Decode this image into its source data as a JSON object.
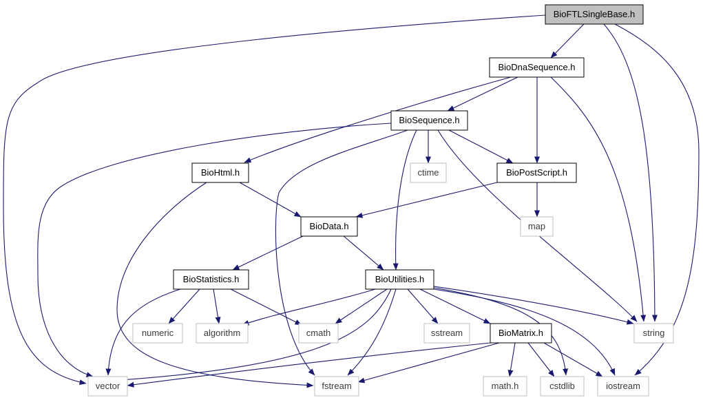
{
  "colors": {
    "edge": "#191970",
    "border_local": "#000000",
    "border_system": "#bfbfbf",
    "fill_root": "#bfbfbf",
    "fill_default": "#ffffff"
  },
  "nodes": {
    "biofltsinglebase": {
      "label": "BioFTLSingleBase.h",
      "kind": "root"
    },
    "biodnasequence": {
      "label": "BioDnaSequence.h",
      "kind": "local"
    },
    "biosequence": {
      "label": "BioSequence.h",
      "kind": "local"
    },
    "biohtml": {
      "label": "BioHtml.h",
      "kind": "local"
    },
    "ctime": {
      "label": "ctime",
      "kind": "system"
    },
    "biopostscript": {
      "label": "BioPostScript.h",
      "kind": "local"
    },
    "biodata": {
      "label": "BioData.h",
      "kind": "local"
    },
    "map": {
      "label": "map",
      "kind": "system"
    },
    "biostatistics": {
      "label": "BioStatistics.h",
      "kind": "local"
    },
    "bioutilities": {
      "label": "BioUtilities.h",
      "kind": "local"
    },
    "numeric": {
      "label": "numeric",
      "kind": "system"
    },
    "algorithm": {
      "label": "algorithm",
      "kind": "system"
    },
    "cmath": {
      "label": "cmath",
      "kind": "system"
    },
    "sstream": {
      "label": "sstream",
      "kind": "system"
    },
    "biomatrix": {
      "label": "BioMatrix.h",
      "kind": "local"
    },
    "string": {
      "label": "string",
      "kind": "system"
    },
    "vector": {
      "label": "vector",
      "kind": "system"
    },
    "fstream": {
      "label": "fstream",
      "kind": "system"
    },
    "mathh": {
      "label": "math.h",
      "kind": "system"
    },
    "cstdlib": {
      "label": "cstdlib",
      "kind": "system"
    },
    "iostream": {
      "label": "iostream",
      "kind": "system"
    }
  },
  "edges": [
    [
      "biofltsinglebase",
      "biodnasequence"
    ],
    [
      "biofltsinglebase",
      "vector"
    ],
    [
      "biofltsinglebase",
      "string"
    ],
    [
      "biofltsinglebase",
      "iostream"
    ],
    [
      "biodnasequence",
      "biosequence"
    ],
    [
      "biodnasequence",
      "biohtml"
    ],
    [
      "biodnasequence",
      "biopostscript"
    ],
    [
      "biodnasequence",
      "string"
    ],
    [
      "biosequence",
      "ctime"
    ],
    [
      "biosequence",
      "biopostscript"
    ],
    [
      "biosequence",
      "vector"
    ],
    [
      "biosequence",
      "fstream"
    ],
    [
      "biosequence",
      "bioutilities"
    ],
    [
      "biosequence",
      "string"
    ],
    [
      "biohtml",
      "biodata"
    ],
    [
      "biohtml",
      "fstream"
    ],
    [
      "biopostscript",
      "biodata"
    ],
    [
      "biopostscript",
      "map"
    ],
    [
      "biodata",
      "biostatistics"
    ],
    [
      "biodata",
      "bioutilities"
    ],
    [
      "biostatistics",
      "vector"
    ],
    [
      "biostatistics",
      "numeric"
    ],
    [
      "biostatistics",
      "algorithm"
    ],
    [
      "biostatistics",
      "cmath"
    ],
    [
      "bioutilities",
      "algorithm"
    ],
    [
      "bioutilities",
      "cmath"
    ],
    [
      "bioutilities",
      "sstream"
    ],
    [
      "bioutilities",
      "biomatrix"
    ],
    [
      "bioutilities",
      "string"
    ],
    [
      "bioutilities",
      "cstdlib"
    ],
    [
      "bioutilities",
      "iostream"
    ],
    [
      "bioutilities",
      "vector"
    ],
    [
      "bioutilities",
      "fstream"
    ],
    [
      "biomatrix",
      "vector"
    ],
    [
      "biomatrix",
      "fstream"
    ],
    [
      "biomatrix",
      "mathh"
    ],
    [
      "biomatrix",
      "cstdlib"
    ],
    [
      "biomatrix",
      "iostream"
    ]
  ]
}
